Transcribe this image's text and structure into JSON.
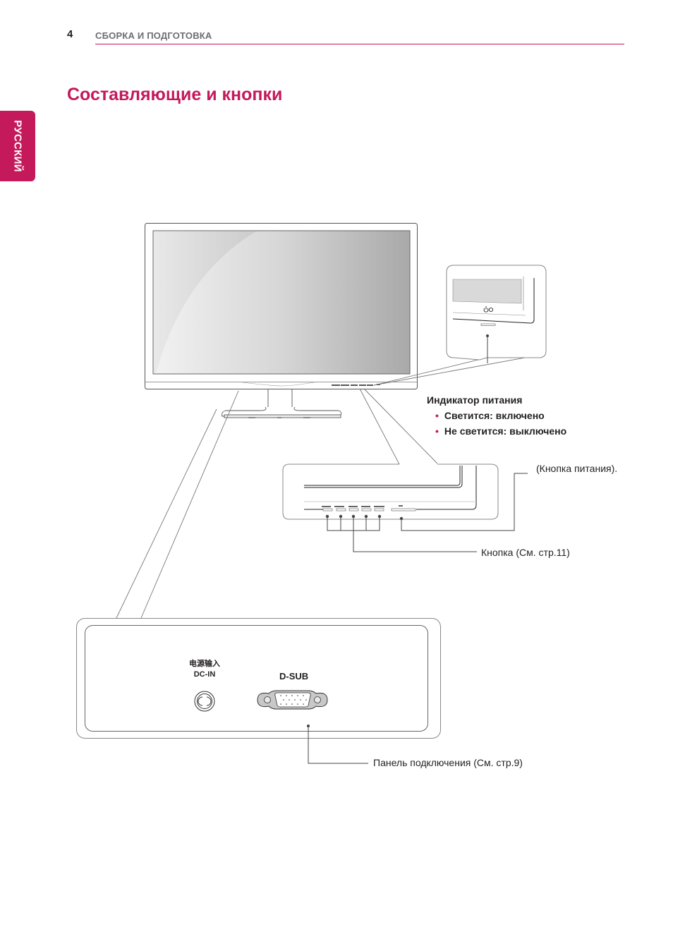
{
  "header": {
    "page_number": "4",
    "section": "СБОРКА И ПОДГОТОВКА"
  },
  "sidebar": {
    "language_tab": "РУССКИЙ"
  },
  "main": {
    "title": "Составляющие и кнопки"
  },
  "callouts": {
    "power_indicator": {
      "title": "Индикатор питания",
      "items": [
        "Светится: включено",
        "Не светится: выключено"
      ]
    },
    "power_button": "(Кнопка питания).",
    "buttons": "Кнопка (См. стр.11)",
    "connection_panel": "Панель подключения (См. стр.9)"
  },
  "back_panel": {
    "dc_in_label_cn": "电源输入",
    "dc_in_label": "DC-IN",
    "dsub_label": "D-SUB"
  },
  "colors": {
    "accent": "#c4195b",
    "text": "#231f20",
    "muted": "#6d6e71"
  }
}
